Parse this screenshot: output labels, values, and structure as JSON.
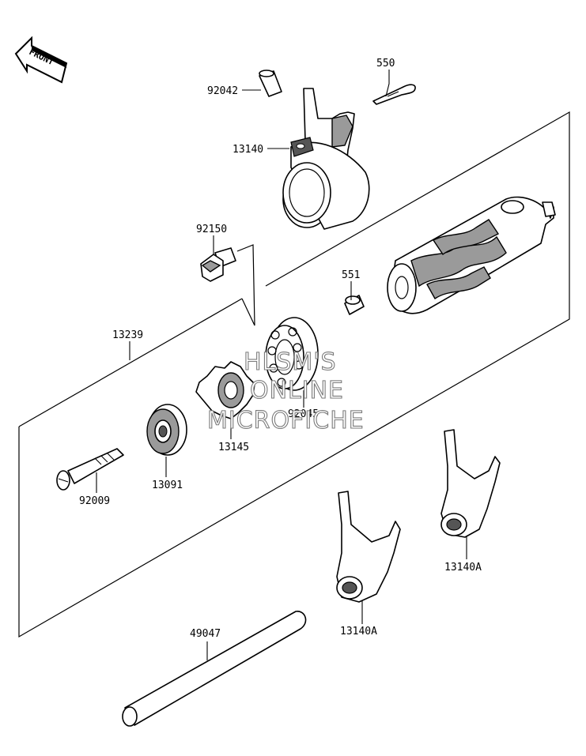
{
  "front_arrow": {
    "label": "FRONT"
  },
  "parts": [
    {
      "id": "p550",
      "number": "550"
    },
    {
      "id": "p92042",
      "number": "92042"
    },
    {
      "id": "p13140",
      "number": "13140"
    },
    {
      "id": "p92150",
      "number": "92150"
    },
    {
      "id": "p551",
      "number": "551"
    },
    {
      "id": "p13239",
      "number": "13239"
    },
    {
      "id": "p92045",
      "number": "92045"
    },
    {
      "id": "p13145",
      "number": "13145"
    },
    {
      "id": "p13091",
      "number": "13091"
    },
    {
      "id": "p92009",
      "number": "92009"
    },
    {
      "id": "p13140a1",
      "number": "13140A"
    },
    {
      "id": "p13140a2",
      "number": "13140A"
    },
    {
      "id": "p49047",
      "number": "49047"
    }
  ],
  "watermark": {
    "line1": "HLSM'S",
    "line2": "ONLINE",
    "line3": "MICROFICHE"
  },
  "colors": {
    "line": "#000000",
    "shade": "#9a9a9a",
    "watermark_stroke": "#7a7a7a"
  }
}
